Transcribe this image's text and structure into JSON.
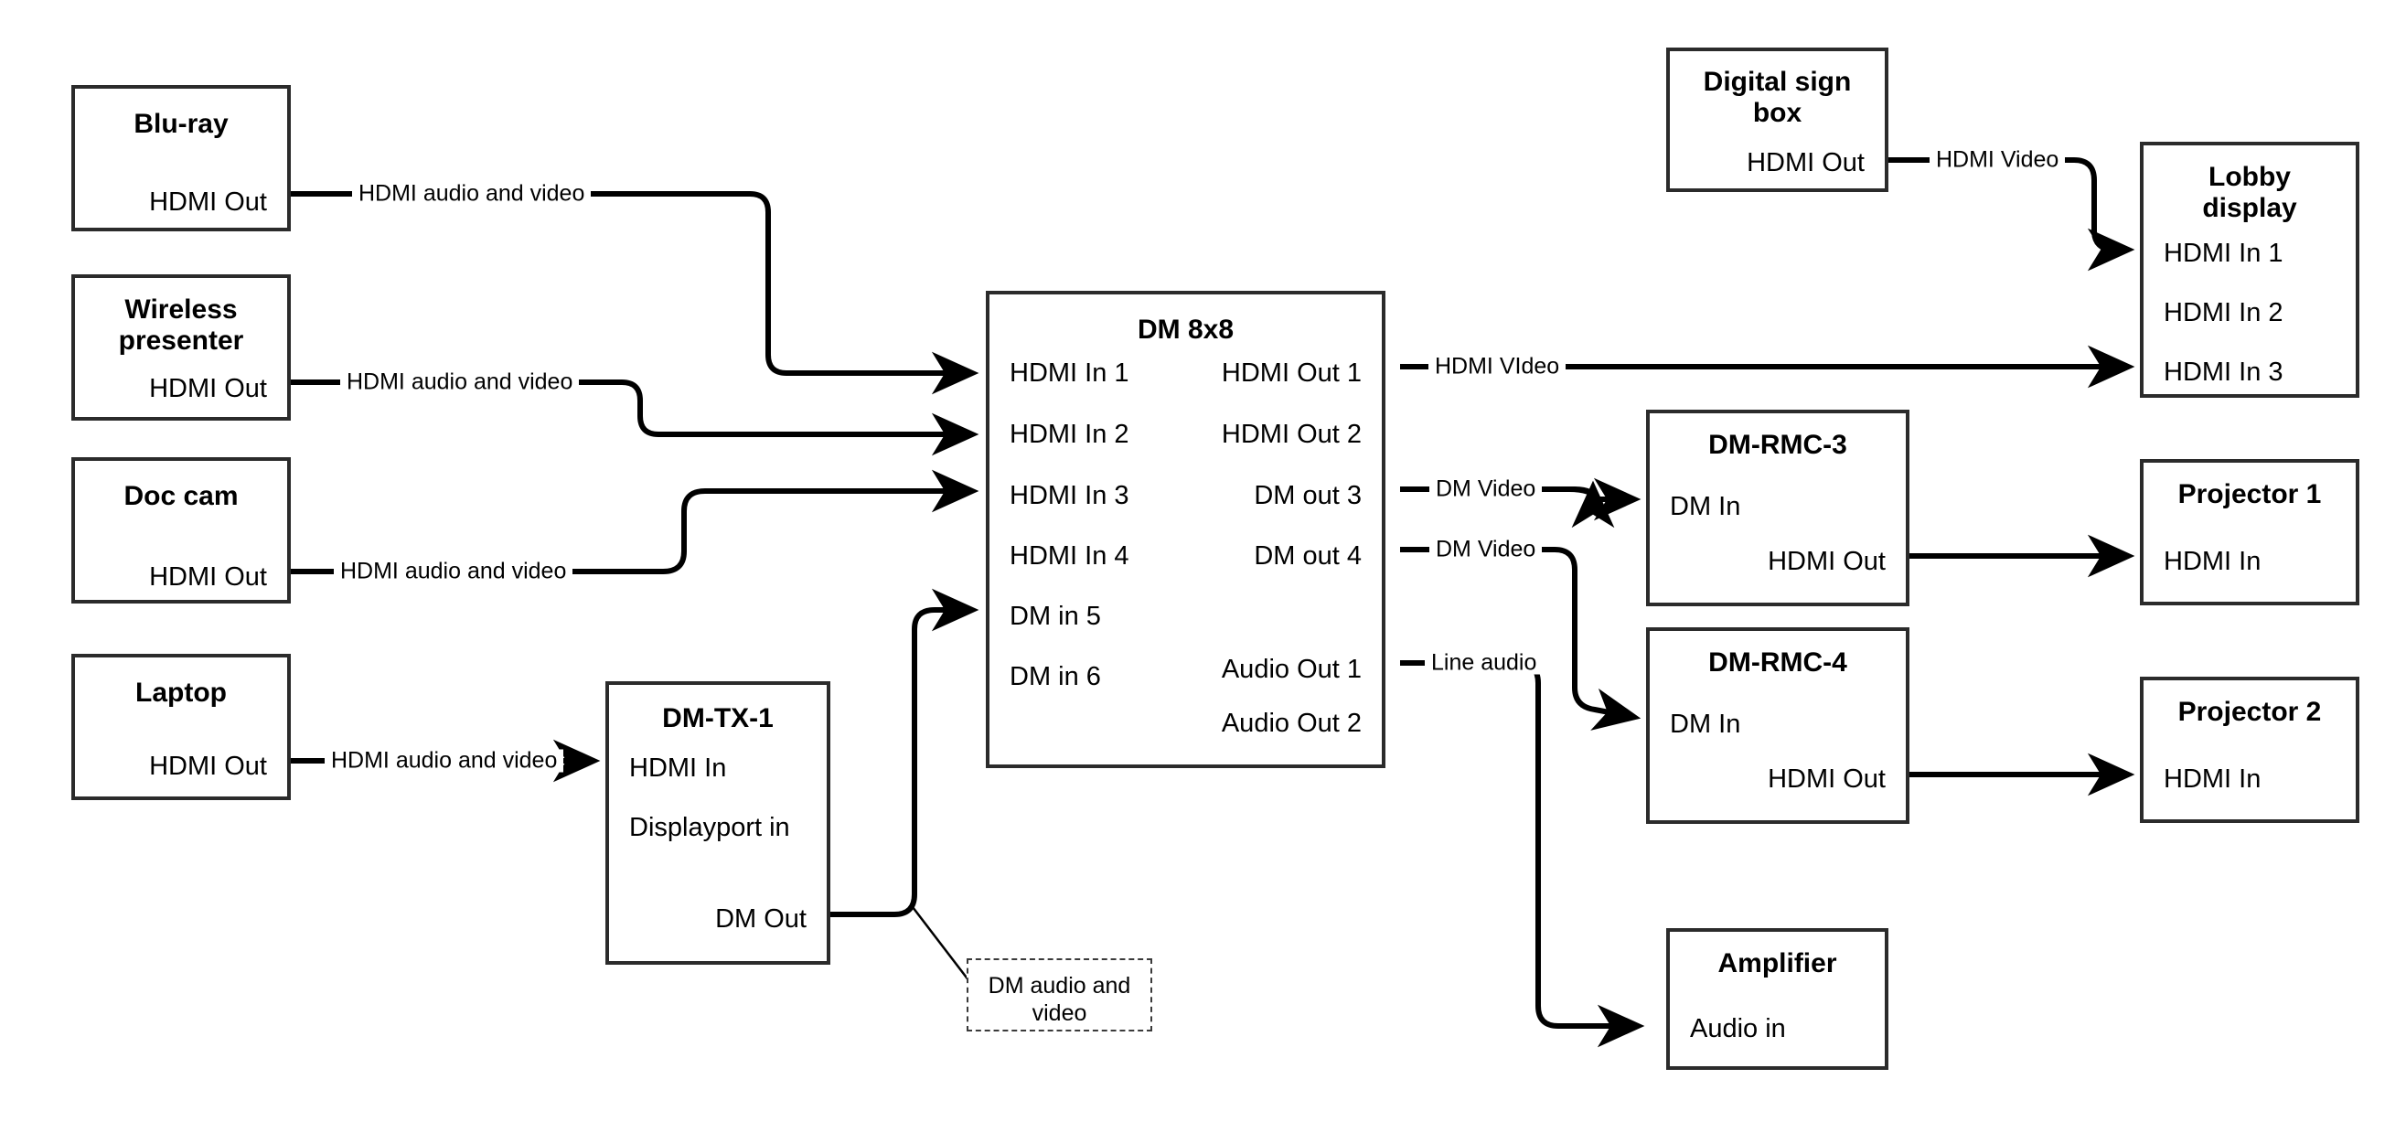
{
  "diagram": {
    "title": "DM 8x8 AV signal flow",
    "stroke_color": "#2b2b2b",
    "wire_color": "#000000",
    "background": "#ffffff"
  },
  "nodes": {
    "bluray": {
      "title": "Blu-ray",
      "ports": {
        "out": "HDMI Out"
      }
    },
    "wireless": {
      "title": "Wireless\npresenter",
      "title_line1": "Wireless",
      "title_line2": "presenter",
      "ports": {
        "out": "HDMI Out"
      }
    },
    "doccam": {
      "title": "Doc cam",
      "ports": {
        "out": "HDMI Out"
      }
    },
    "laptop": {
      "title": "Laptop",
      "ports": {
        "out": "HDMI Out"
      }
    },
    "dmtx1": {
      "title": "DM-TX-1",
      "ports": {
        "hdmi_in": "HDMI In",
        "dp_in": "Displayport in",
        "dm_out": "DM Out"
      }
    },
    "dm8x8": {
      "title": "DM 8x8",
      "inputs": [
        "HDMI In 1",
        "HDMI In 2",
        "HDMI In 3",
        "HDMI In 4",
        "DM in 5",
        "DM in 6"
      ],
      "outputs": [
        "HDMI Out 1",
        "HDMI Out 2",
        "DM out 3",
        "DM out 4",
        "Audio Out 1",
        "Audio Out 2"
      ]
    },
    "digitalsign": {
      "title_line1": "Digital sign",
      "title_line2": "box",
      "ports": {
        "out": "HDMI Out"
      }
    },
    "lobbydisplay": {
      "title_line1": "Lobby",
      "title_line2": "display",
      "inputs": [
        "HDMI In 1",
        "HDMI In 2",
        "HDMI In 3"
      ]
    },
    "dmrmc3": {
      "title": "DM-RMC-3",
      "ports": {
        "dm_in": "DM In",
        "hdmi_out": "HDMI Out"
      }
    },
    "dmrmc4": {
      "title": "DM-RMC-4",
      "ports": {
        "dm_in": "DM In",
        "hdmi_out": "HDMI Out"
      }
    },
    "projector1": {
      "title": "Projector 1",
      "ports": {
        "in": "HDMI In"
      }
    },
    "projector2": {
      "title": "Projector 2",
      "ports": {
        "in": "HDMI In"
      }
    },
    "amplifier": {
      "title": "Amplifier",
      "ports": {
        "in": "Audio in"
      }
    },
    "note_dm_av": {
      "text_line1": "DM audio and",
      "text_line2": "video"
    }
  },
  "wire_labels": {
    "bluray_to_dm": "HDMI audio and video",
    "wireless_to_dm": "HDMI audio and video",
    "doccam_to_dm": "HDMI audio and video",
    "laptop_to_tx": "HDMI audio and video",
    "sign_to_lobby": "HDMI Video",
    "dm_out1_to_lobby": "HDMI VIdeo",
    "dm_out3_to_rmc3": "DM Video",
    "dm_out4_to_rmc4": "DM Video",
    "dm_audio1_to_amp": "Line audio"
  }
}
